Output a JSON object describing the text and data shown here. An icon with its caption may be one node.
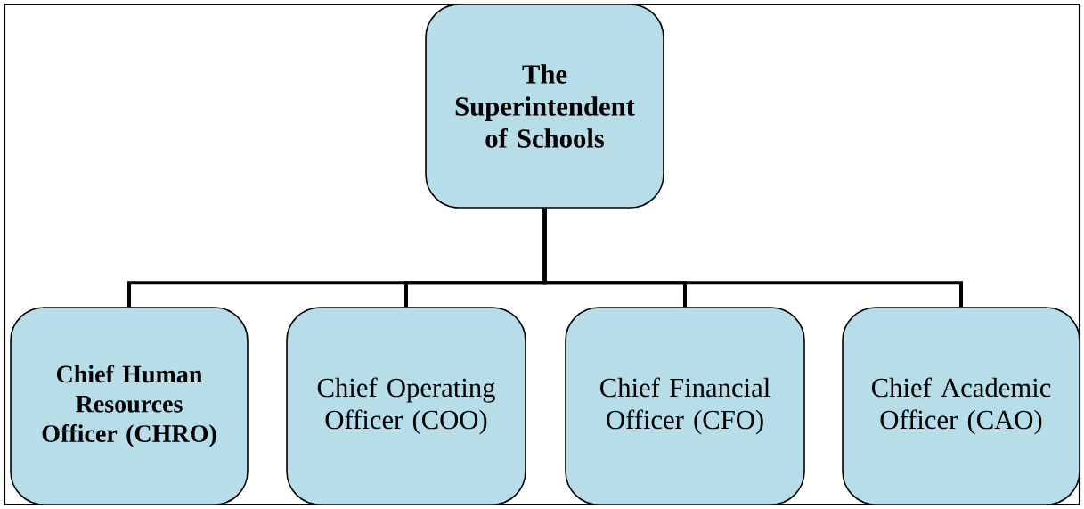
{
  "diagram": {
    "nodes": [
      {
        "text": [
          "The Superintendent of Schools"
        ]
      },
      {
        "text": [
          "Chief Human Resources Officer (CHRO)"
        ]
      },
      {
        "text": [
          "Chief Operating Officer (COO)"
        ]
      },
      {
        "text": [
          "Chief Financial Officer (CFO)"
        ]
      },
      {
        "text": [
          "Chief Academic Officer (CAO)"
        ]
      }
    ],
    "edges": [
      {
        "from": 0,
        "to": 1,
        "arrow": "none"
      },
      {
        "from": 0,
        "to": 2,
        "arrow": "none"
      },
      {
        "from": 0,
        "to": 3,
        "arrow": "none"
      },
      {
        "from": 0,
        "to": 4,
        "arrow": "none"
      }
    ]
  }
}
